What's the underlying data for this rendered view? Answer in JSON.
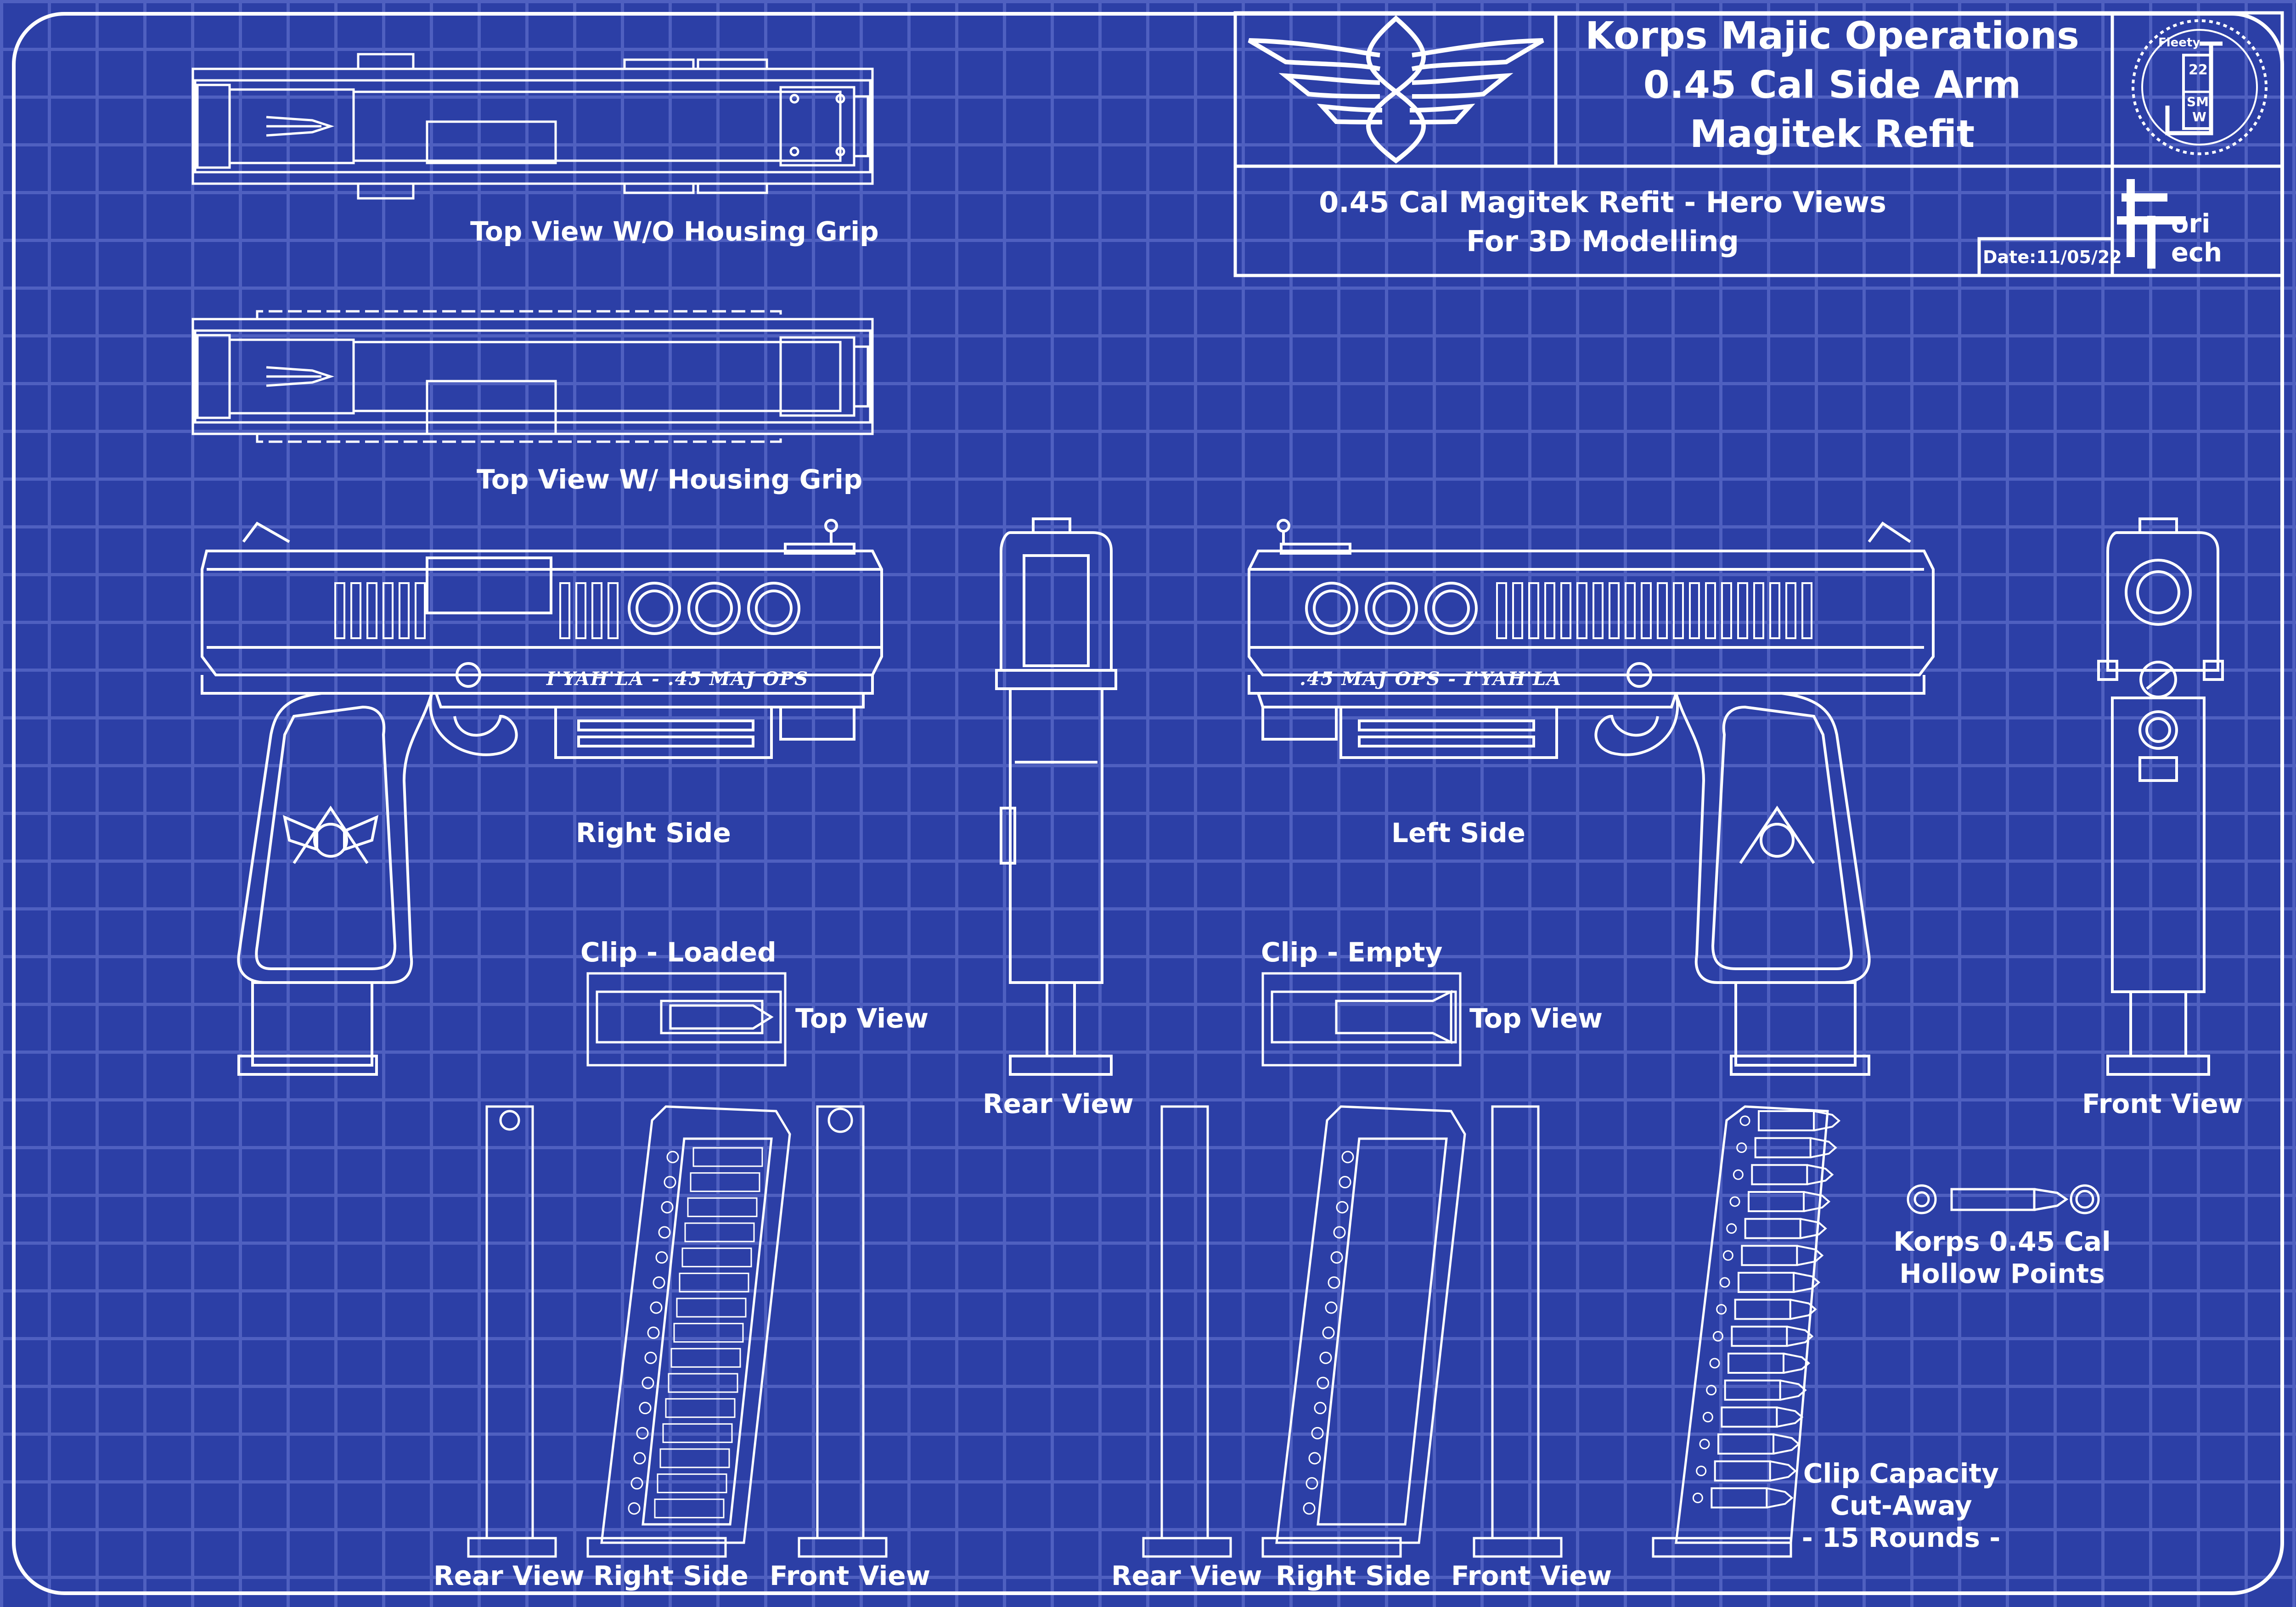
{
  "title_block": {
    "title": [
      "Korps Majic Operations",
      "0.45 Cal Side Arm",
      "Magitek Refit"
    ],
    "subtitle": [
      "0.45 Cal Magitek Refit - Hero Views",
      "For 3D Modelling"
    ],
    "date": "Date:11/05/22",
    "stamp": [
      "Fleety",
      "22",
      "SM",
      "W"
    ],
    "brand": [
      "ori",
      "ech"
    ]
  },
  "views": {
    "top_no_grip": "Top View W/O Housing Grip",
    "top_with_grip": "Top View W/ Housing Grip",
    "right_side": "Right Side",
    "left_side": "Left Side",
    "rear": "Rear View",
    "front": "Front View",
    "clip_loaded": "Clip - Loaded",
    "clip_empty": "Clip - Empty",
    "clip_top_loaded": "Top View",
    "clip_top_empty": "Top View",
    "mag_loaded": [
      "Rear View",
      "Right Side",
      "Front View"
    ],
    "mag_empty": [
      "Rear View",
      "Right Side",
      "Front View"
    ]
  },
  "engravings": {
    "right": "I'YAH'LA - .45 MAJ OPS",
    "left": ".45 MAJ OPS - I'YAH'LA"
  },
  "ammo": [
    "Korps 0.45 Cal",
    "Hollow Points"
  ],
  "capacity": [
    "Clip Capacity",
    "Cut-Away",
    "- 15 Rounds -"
  ],
  "colors": {
    "background": "#2c3fa6",
    "grid": "#5566c4",
    "line": "#ffffff"
  }
}
